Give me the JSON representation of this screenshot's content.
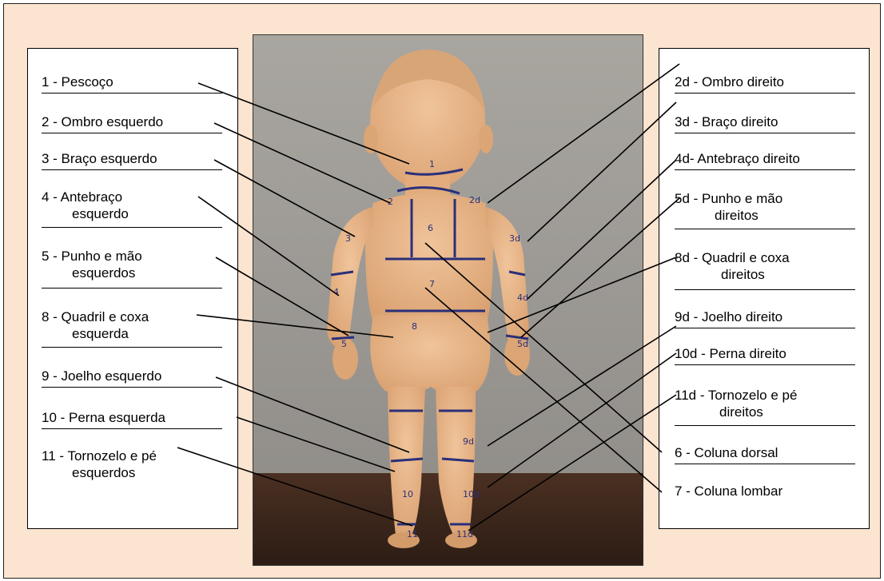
{
  "left_labels": [
    {
      "id": "1",
      "line1": "1 - Pescoço",
      "line2": ""
    },
    {
      "id": "2",
      "line1": "2 - Ombro esquerdo",
      "line2": ""
    },
    {
      "id": "3",
      "line1": "3 - Braço esquerdo",
      "line2": ""
    },
    {
      "id": "4",
      "line1": "4 - Antebraço",
      "line2": "esquerdo"
    },
    {
      "id": "5",
      "line1": "5 - Punho e mão",
      "line2": "esquerdos"
    },
    {
      "id": "8",
      "line1": "8 - Quadril e coxa",
      "line2": "esquerda"
    },
    {
      "id": "9",
      "line1": "9 - Joelho esquerdo",
      "line2": ""
    },
    {
      "id": "10",
      "line1": "10 - Perna esquerda",
      "line2": ""
    },
    {
      "id": "11",
      "line1": "11 - Tornozelo e pé",
      "line2": "esquerdos"
    }
  ],
  "right_labels": [
    {
      "id": "2d",
      "line1": "2d - Ombro direito",
      "line2": ""
    },
    {
      "id": "3d",
      "line1": "3d - Braço direito",
      "line2": ""
    },
    {
      "id": "4d",
      "line1": "4d- Antebraço direito",
      "line2": ""
    },
    {
      "id": "5d",
      "line1": "5d - Punho e mão",
      "line2": "direitos"
    },
    {
      "id": "8d",
      "line1": "8d - Quadril e coxa",
      "line2": "direitos"
    },
    {
      "id": "9d",
      "line1": "9d - Joelho direito",
      "line2": ""
    },
    {
      "id": "10d",
      "line1": "10d - Perna direito",
      "line2": ""
    },
    {
      "id": "11d",
      "line1": "11d - Tornozelo e pé",
      "line2": "direitos"
    },
    {
      "id": "6",
      "line1": "6 - Coluna dorsal",
      "line2": ""
    },
    {
      "id": "7",
      "line1": "7 - Coluna lombar",
      "line2": ""
    }
  ],
  "doll_marks": [
    "1",
    "2",
    "2d",
    "3",
    "3d",
    "4",
    "4d",
    "5",
    "5d",
    "6",
    "7",
    "8",
    "9d",
    "10",
    "10d",
    "11",
    "11d"
  ],
  "colors": {
    "background": "#fbe4d0",
    "panel": "#ffffff",
    "doll_skin": "#e8b98c",
    "marker_ink": "#2a2f7a"
  }
}
